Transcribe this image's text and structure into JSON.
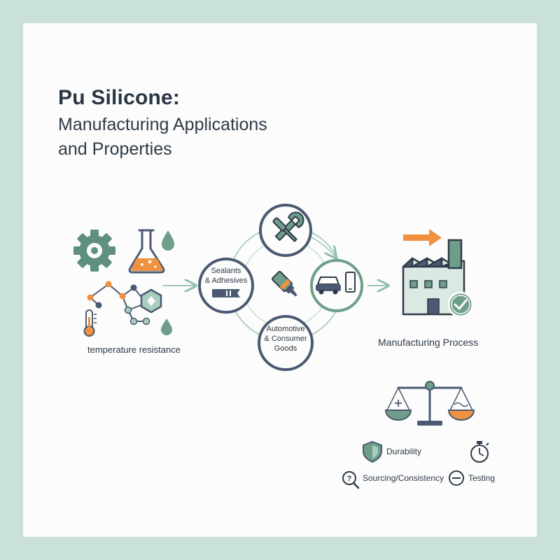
{
  "title": "Pu Silicone:",
  "subtitle_line1": "Manufacturing Applications",
  "subtitle_line2": "and Properties",
  "left_caption": "temperature resistance",
  "hub": {
    "sealants_line1": "Sealants",
    "sealants_line2": "& Adhesives",
    "auto_line1": "Automotive",
    "auto_line2": "& Consumer",
    "auto_line3": "Goods"
  },
  "right_caption": "Manufacturing Process",
  "legend": {
    "durability": "Durability",
    "sourcing": "Sourcing/Consistency",
    "testing": "Testing"
  },
  "colors": {
    "navy": "#4b5a72",
    "sage": "#6e9e8a",
    "sage_light": "#a9cdbe",
    "orange": "#f0913f",
    "teal": "#4d8b82",
    "factory_fill": "#dbe9e3"
  }
}
